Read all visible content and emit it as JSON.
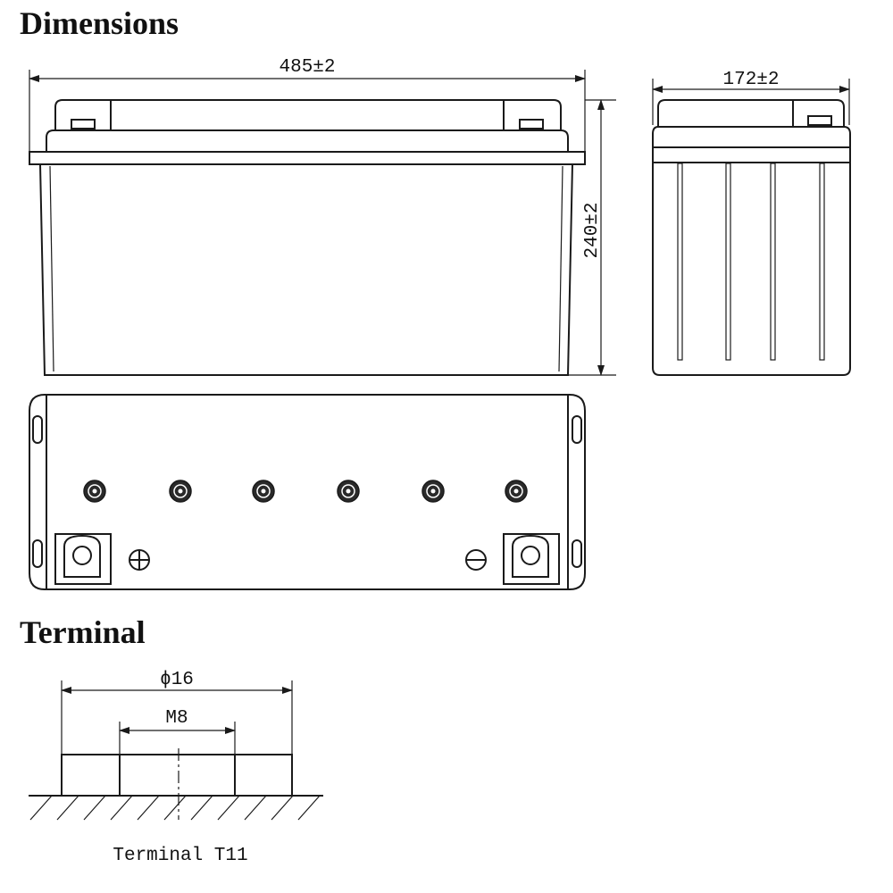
{
  "headings": {
    "dimensions": "Dimensions",
    "terminal": "Terminal"
  },
  "dimensions": {
    "length": "485±2",
    "width": "172±2",
    "height": "240±2"
  },
  "terminal": {
    "outer_diameter": "ϕ16",
    "thread": "M8",
    "caption": "Terminal T11"
  },
  "symbols": {
    "positive": "plus-terminal-icon",
    "negative": "minus-terminal-icon"
  }
}
